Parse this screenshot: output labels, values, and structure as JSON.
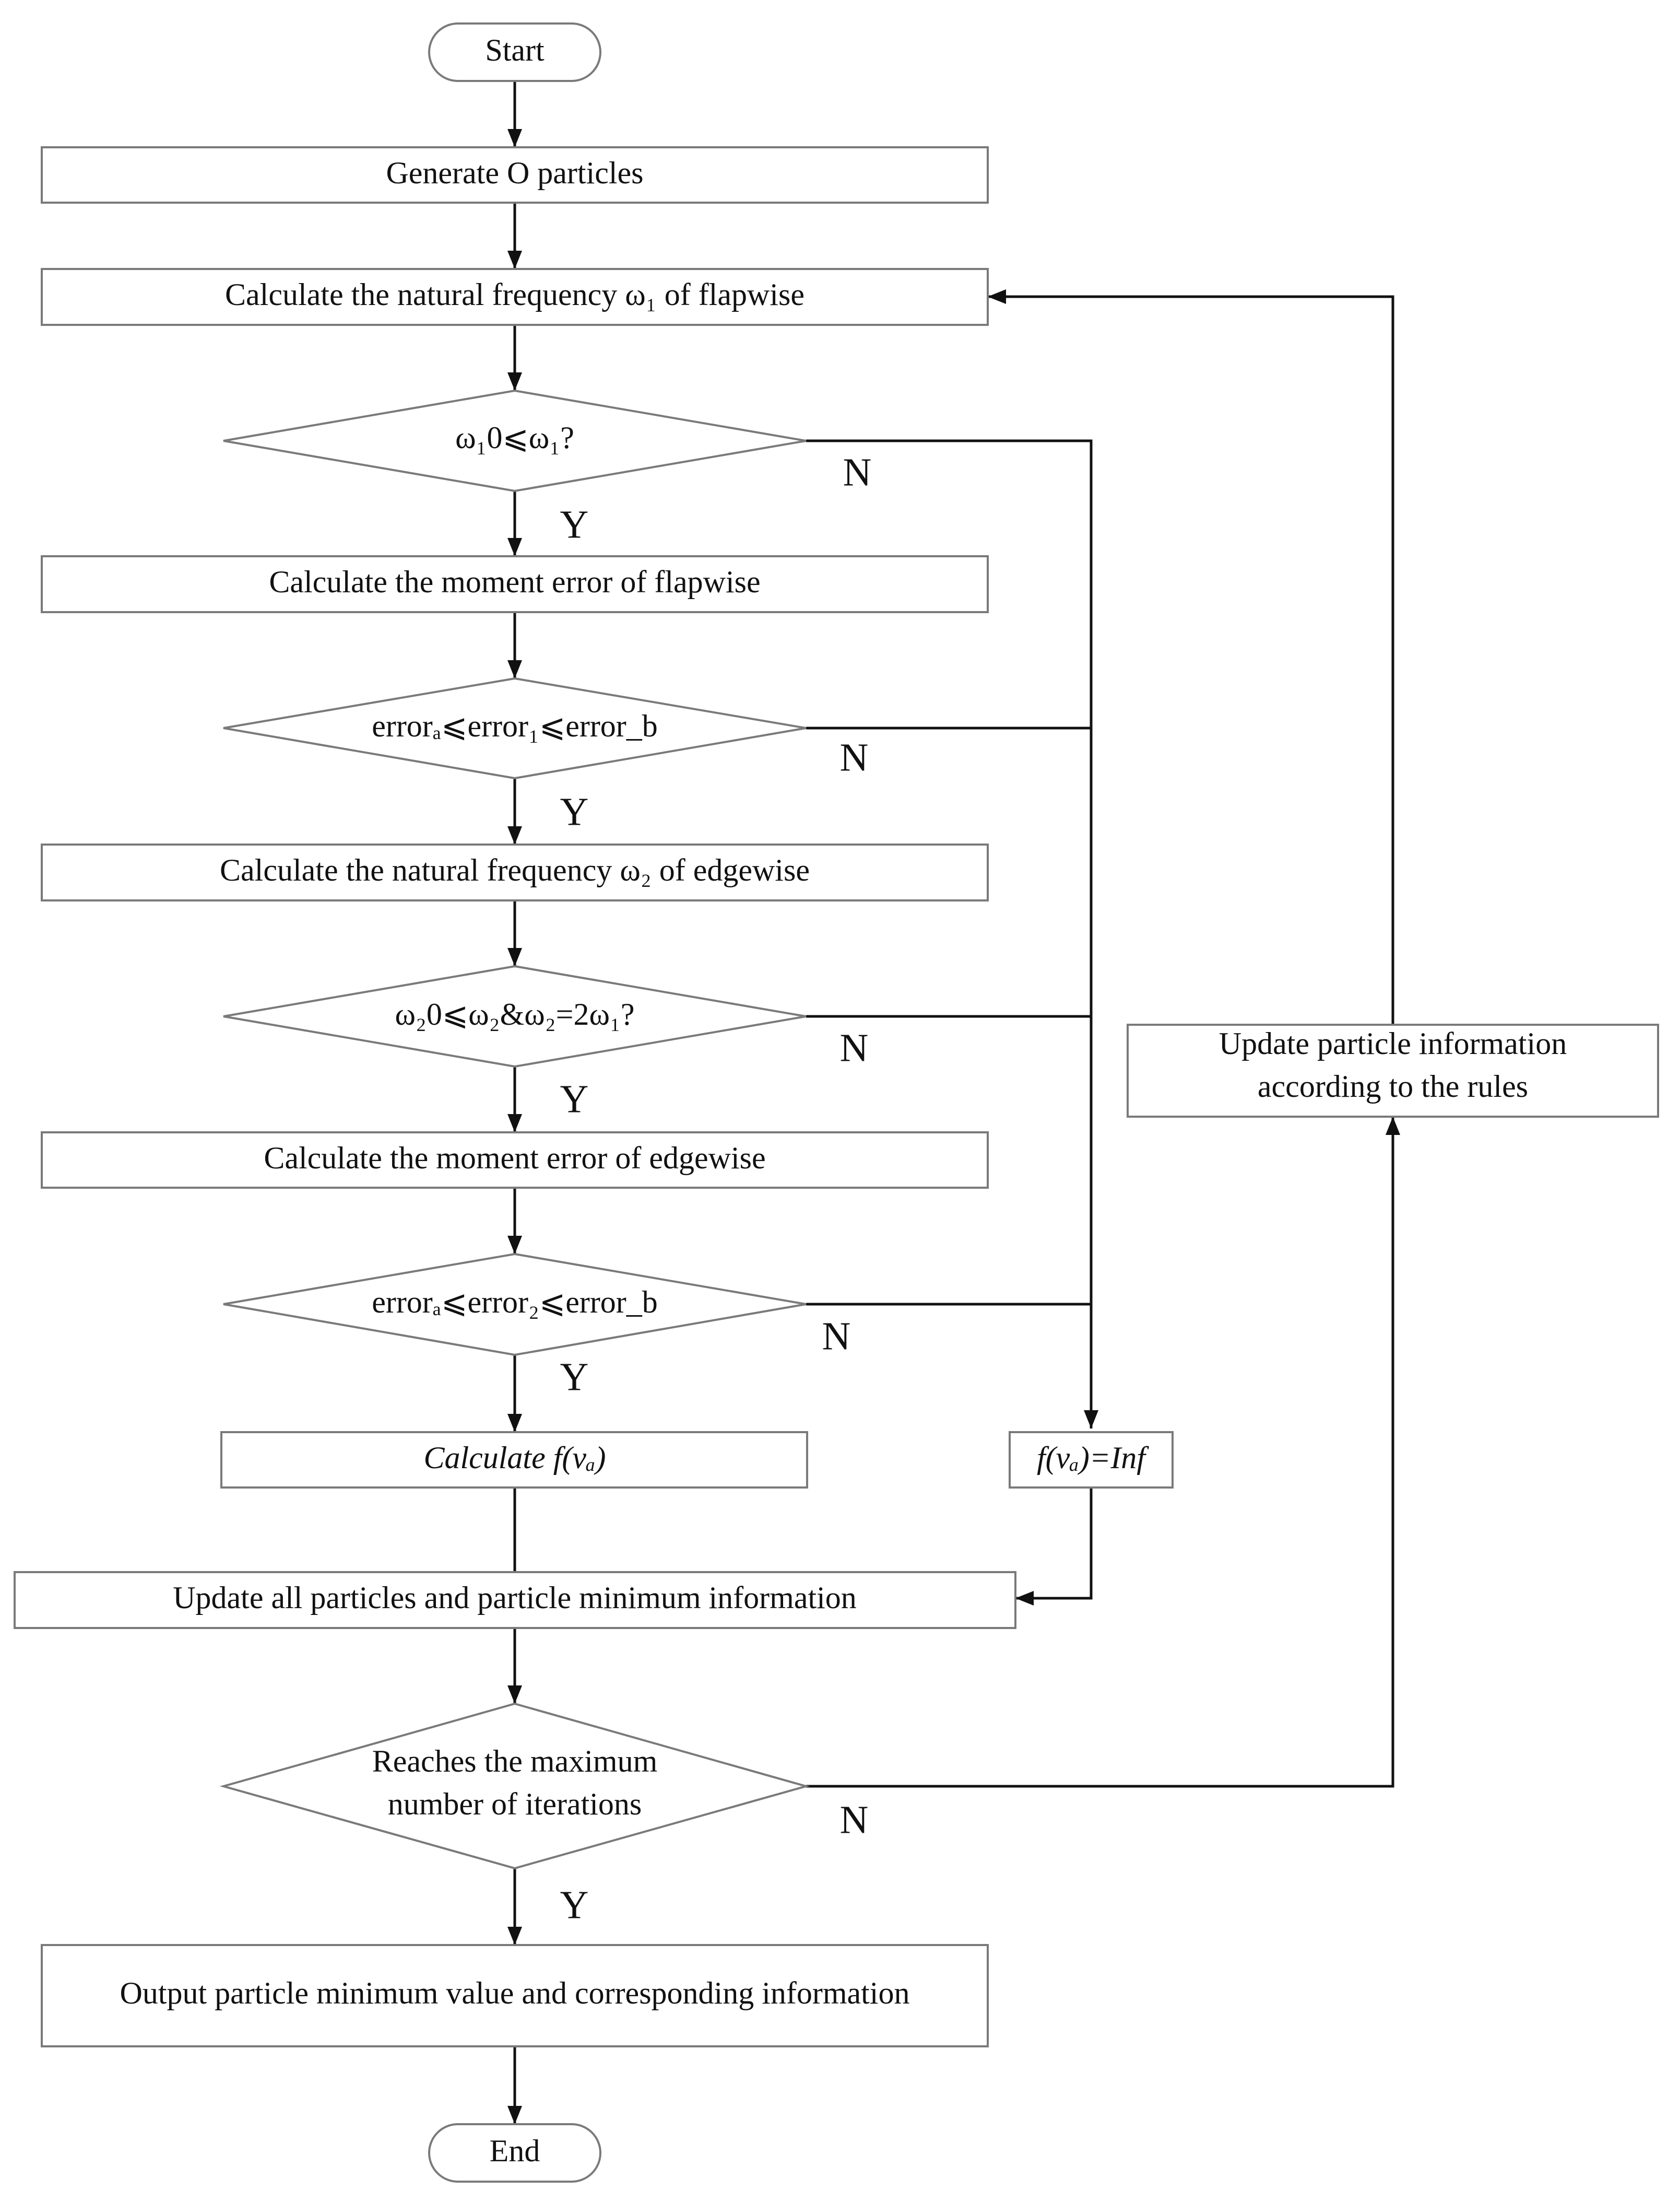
{
  "flowchart": {
    "start": "Start",
    "end": "End",
    "steps": {
      "generate": "Generate O particles",
      "calc_freq_flap": "Calculate the natural frequency ω₁ of flapwise",
      "calc_moment_flap": "Calculate the moment error of flapwise",
      "calc_freq_edge": "Calculate the natural frequency ω₂ of edgewise",
      "calc_moment_edge": "Calculate the moment error of edgewise",
      "calc_f": "Calculate f(vₐ)",
      "f_inf": "f(vₐ)=Inf",
      "update_all": "Update all particles and particle minimum information",
      "update_info_line1": "Update particle information",
      "update_info_line2": "according to the rules",
      "output": "Output particle minimum value and corresponding information"
    },
    "decisions": {
      "d1": "ω₁0⩽ω₁?",
      "d2": "errorₐ⩽error₁⩽error_b",
      "d3": "ω₂0⩽ω₂&ω₂=2ω₁?",
      "d4": "errorₐ⩽error₂⩽error_b",
      "d5_line1": "Reaches the maximum",
      "d5_line2": "number of iterations"
    },
    "branch_labels": {
      "yes": "Y",
      "no": "N"
    }
  }
}
